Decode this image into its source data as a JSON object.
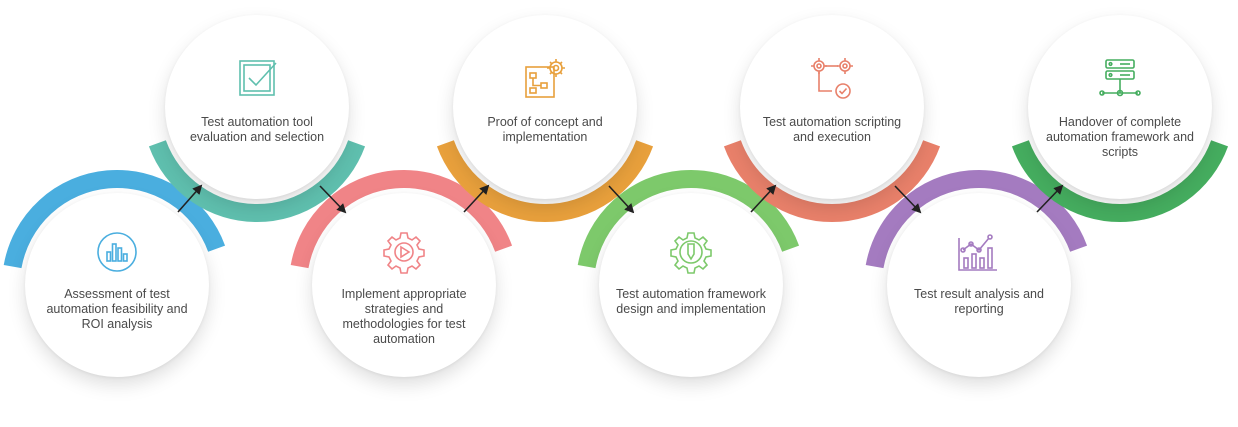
{
  "steps": [
    {
      "label": "Assessment of test automation feasibility and ROI analysis",
      "icon": "bar-chart-icon",
      "color": "#4aaedf"
    },
    {
      "label": "Test automation tool evaluation and selection",
      "icon": "checkbox-icon",
      "color": "#5fbfae"
    },
    {
      "label": "Implement appropriate strategies and methodologies for test automation",
      "icon": "gear-play-icon",
      "color": "#f08487"
    },
    {
      "label": "Proof of concept and implementation",
      "icon": "flowchart-gear-icon",
      "color": "#e8a03c"
    },
    {
      "label": "Test automation framework design and implementation",
      "icon": "gear-pencil-icon",
      "color": "#7dc96b"
    },
    {
      "label": "Test automation scripting and execution",
      "icon": "gears-check-icon",
      "color": "#e8806a"
    },
    {
      "label": "Test result analysis and reporting",
      "icon": "trend-chart-icon",
      "color": "#a47bc0"
    },
    {
      "label": "Handover of complete automation framework and scripts",
      "icon": "server-network-icon",
      "color": "#45ad5f"
    }
  ],
  "arrow_color": "#222222"
}
